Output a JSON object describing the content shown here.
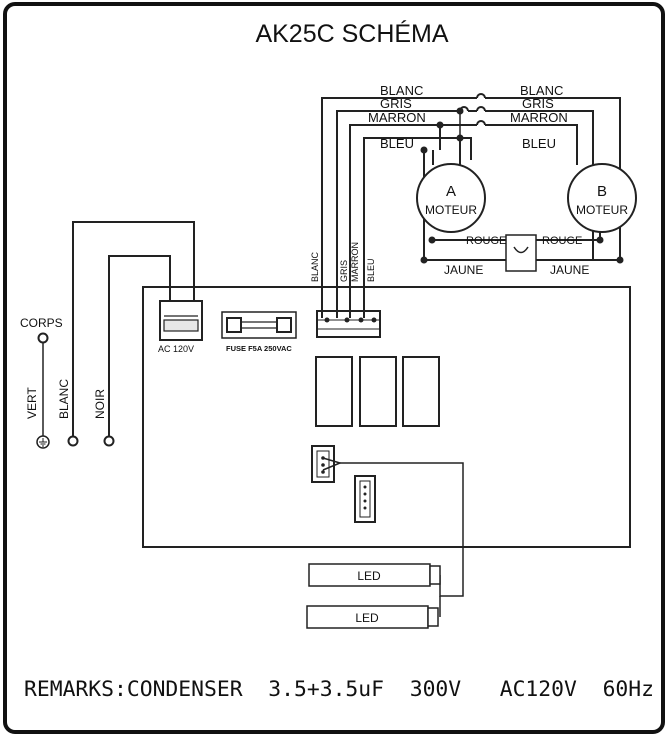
{
  "title": "AK25C SCHÉMA",
  "remarks": "REMARKS:CONDENSER  3.5+3.5uF  300V   AC120V  60Hz",
  "wires": {
    "left": {
      "corps": "CORPS",
      "vert": "VERT",
      "blanc": "BLANC",
      "noir": "NOIR"
    },
    "motor_left": {
      "blanc": "BLANC",
      "gris": "GRIS",
      "marron": "MARRON",
      "bleu": "BLEU"
    },
    "motor_right": {
      "blanc": "BLANC",
      "gris": "GRIS",
      "marron": "MARRON",
      "bleu": "BLEU"
    },
    "connector": {
      "blanc": "BLANC",
      "gris": "GRIS",
      "marron": "MARRON",
      "bleu": "BLEU"
    },
    "rouge_left": "ROUGE",
    "rouge_right": "ROUGE",
    "jaune_left": "JAUNE",
    "jaune_right": "JAUNE"
  },
  "motors": {
    "a": {
      "letter": "A",
      "label": "MOTEUR"
    },
    "b": {
      "letter": "B",
      "label": "MOTEUR"
    }
  },
  "board": {
    "ac_label": "AC 120V",
    "fuse_label": "FUSE  F5A  250VAC"
  },
  "leds": [
    "LED",
    "LED"
  ]
}
